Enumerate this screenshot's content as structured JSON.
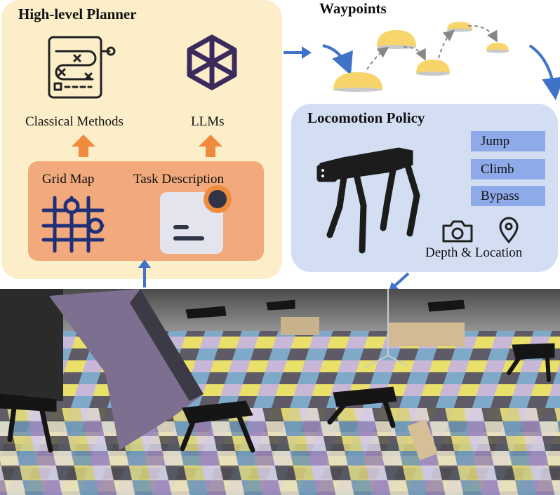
{
  "planner": {
    "title": "High-level Planner",
    "classical_label": "Classical Methods",
    "llms_label": "LLMs",
    "grid_label": "Grid Map",
    "task_label": "Task Description"
  },
  "waypoints": {
    "title": "Waypoints"
  },
  "policy": {
    "title": "Locomotion Policy",
    "skills": [
      "Jump",
      "Climb",
      "Bypass"
    ],
    "sensor_label": "Depth & Location"
  },
  "colors": {
    "planner_bg": "#fbeec9",
    "inputs_bg": "#f2aa7c",
    "policy_bg": "#d3def3",
    "skill_bg": "#8faae9",
    "arrow_orange": "#f08a3c",
    "arrow_blue": "#3f73c8",
    "waypoint_yellow": "#f7d56a",
    "grid_navy": "#1f2f78",
    "llm_purple": "#3b2a5c"
  },
  "icons": [
    "maze-plan-icon",
    "llm-knot-icon",
    "grid-map-icon",
    "document-icon",
    "camera-icon",
    "location-pin-icon",
    "quadruped-robot-icon"
  ]
}
